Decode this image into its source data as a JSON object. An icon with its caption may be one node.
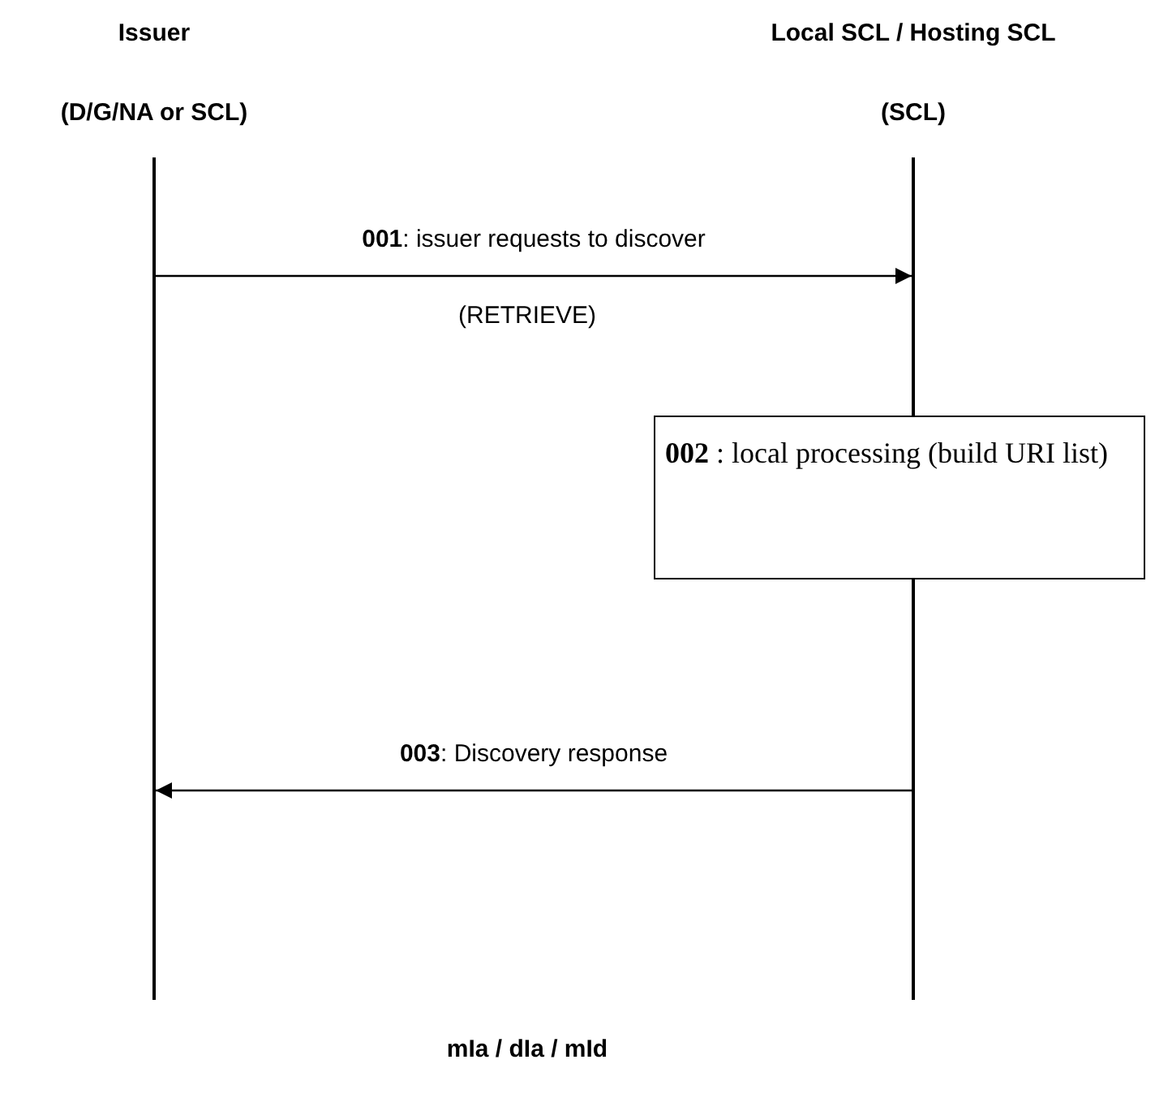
{
  "diagram": {
    "nodes": [
      {
        "text": [
          "Issuer",
          "(D/G/NA or SCL)"
        ]
      },
      {
        "text": [
          "Local SCL / Hosting SCL",
          "(SCL)"
        ]
      },
      {
        "text": [
          "**002** : local processing (build URI list)"
        ]
      }
    ],
    "edges": [
      {
        "from": 0,
        "to": 1,
        "arrow": "to",
        "label": "**001**: issuer requests to discover"
      },
      {
        "from": 1,
        "to": 0,
        "arrow": "to",
        "label": "**003**: Discovery response"
      }
    ],
    "labels": [
      "(RETRIEVE)",
      "mIa / dIa / mId"
    ]
  }
}
